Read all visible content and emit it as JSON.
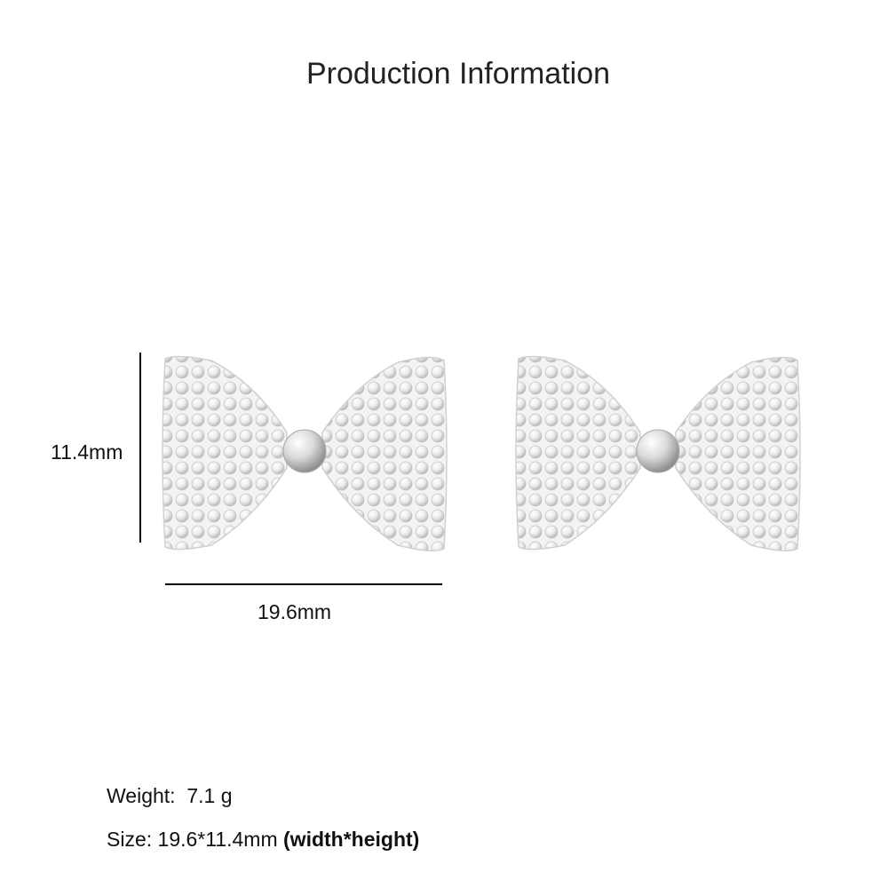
{
  "title": "Production Information",
  "dimensions": {
    "height_label": "11.4mm",
    "width_label": "19.6mm"
  },
  "specs": {
    "weight_text": "Weight:  7.1 g",
    "size_text": "Size: 19.6*11.4mm ",
    "size_note": "(width*height)"
  },
  "colors": {
    "silver_light": "#f7f7f7",
    "silver_mid": "#e4e4e4",
    "silver_shadow": "#bdbdbd"
  }
}
